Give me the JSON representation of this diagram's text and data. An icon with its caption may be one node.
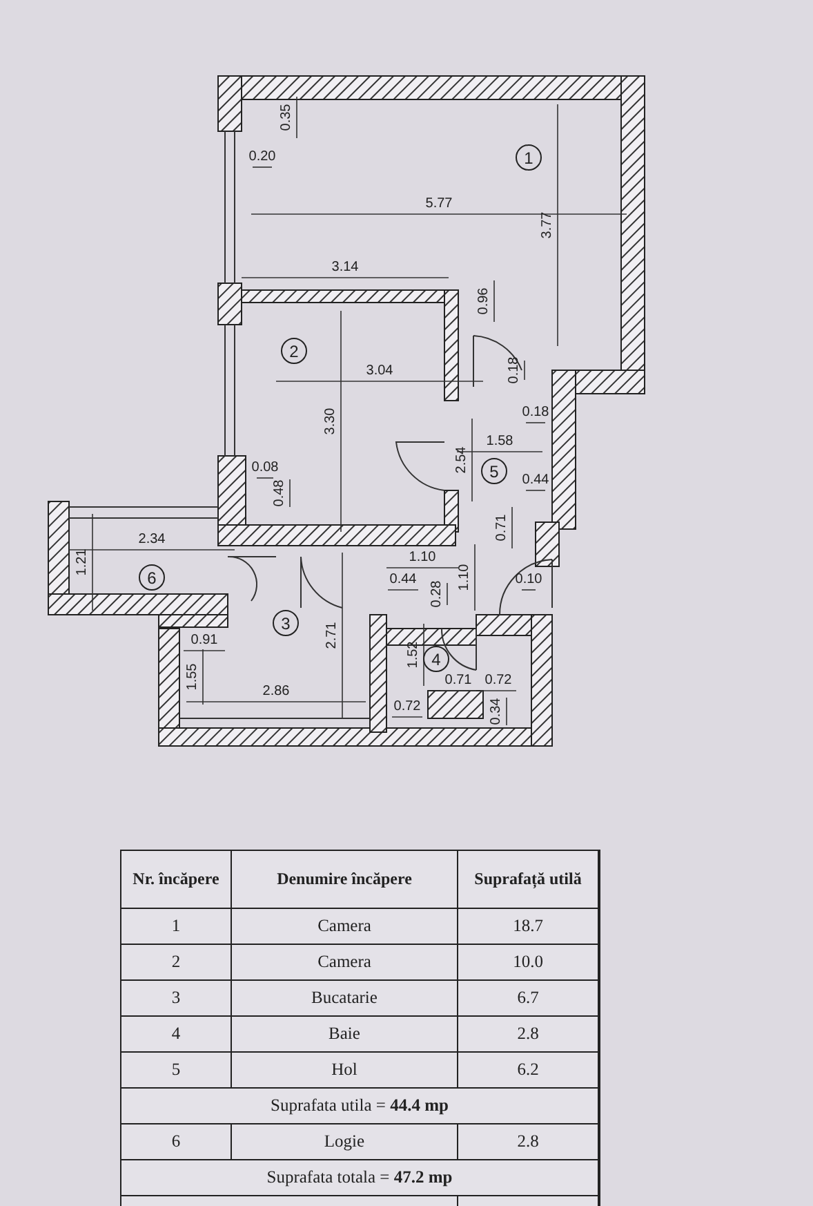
{
  "diagram": {
    "nodes": [
      {
        "text": [
          "1"
        ]
      },
      {
        "text": [
          "2"
        ]
      },
      {
        "text": [
          "5"
        ]
      },
      {
        "text": [
          "6"
        ]
      },
      {
        "text": [
          "3"
        ]
      },
      {
        "text": [
          "4"
        ]
      }
    ],
    "labels": [
      "0.35",
      "0.20",
      "5.77",
      "3.77",
      "3.14",
      "0.96",
      "3.04",
      "0.18",
      "0.18",
      "3.30",
      "1.58",
      "2.54",
      "0.08",
      "0.44",
      "0.48",
      "0.71",
      "2.34",
      "1.21",
      "1.10",
      "0.44",
      "0.28",
      "1.10",
      "0.10",
      "2.71",
      "0.91",
      "1.52",
      "1.55",
      "2.86",
      "0.71",
      "0.72",
      "0.72",
      "0.34",
      "Nr. încăpere",
      "Denumire încăpere",
      "Suprafață utilă",
      "1",
      "Camera",
      "18.7",
      "2",
      "Camera",
      "10.0",
      "3",
      "Bucatarie",
      "6.7",
      "4",
      "Baie",
      "2.8",
      "5",
      "Hol",
      "6.2",
      "Suprafata utila = **44.4 mp**",
      "6",
      "Logie",
      "2.8",
      "Suprafata totala = **47.2 mp**"
    ]
  }
}
